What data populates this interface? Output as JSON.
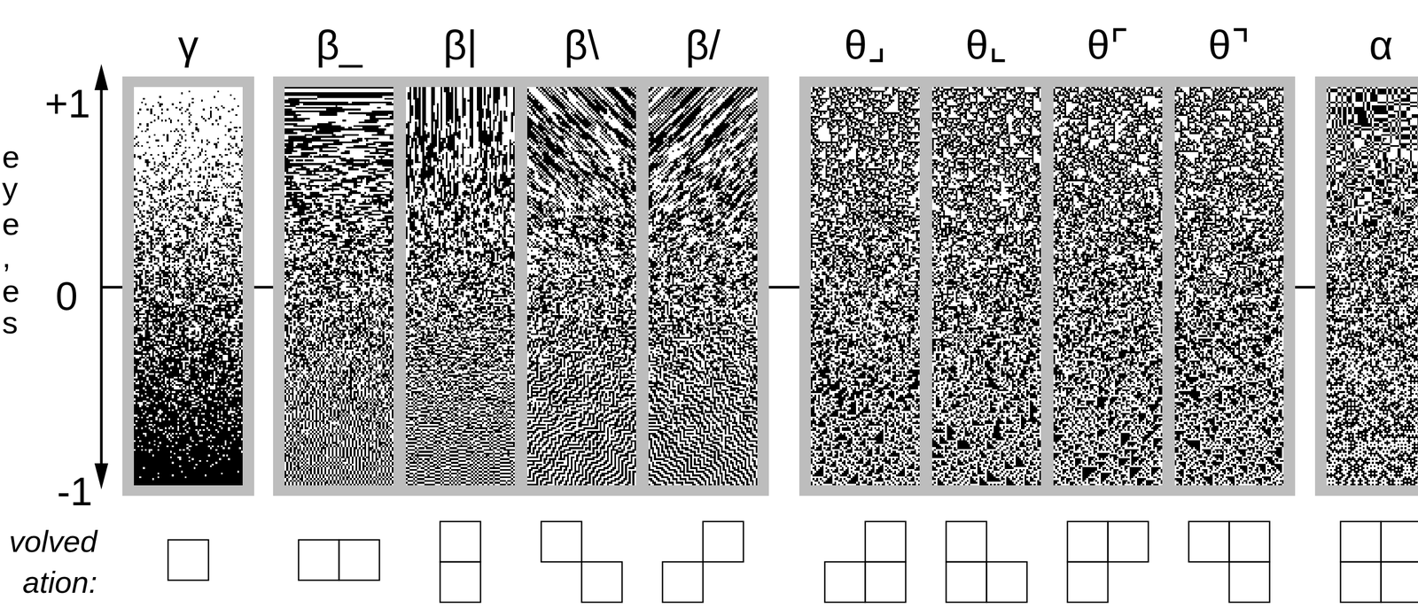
{
  "diagram": {
    "nodes": [
      {
        "text": [
          "γ"
        ]
      },
      {
        "text": [
          "β_"
        ]
      },
      {
        "text": [
          "β|"
        ]
      },
      {
        "text": [
          "β\\"
        ]
      },
      {
        "text": [
          "β/"
        ]
      },
      {
        "text": [
          "θ⌟"
        ]
      },
      {
        "text": [
          "θ⌞"
        ]
      },
      {
        "text": [
          "θ⌜"
        ]
      },
      {
        "text": [
          "θ⌝"
        ]
      },
      {
        "text": [
          "α"
        ]
      }
    ],
    "labels": [
      "e",
      "y",
      "e",
      ",",
      "e",
      "s",
      "+1",
      "0",
      "-1",
      "volved",
      "ation:"
    ]
  }
}
